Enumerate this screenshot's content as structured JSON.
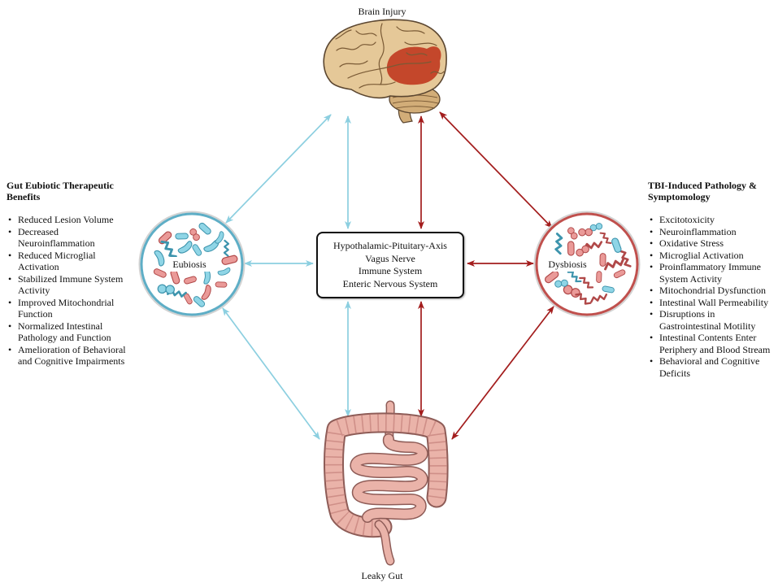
{
  "diagram": {
    "top_node": {
      "label": "Brain Injury"
    },
    "bottom_node": {
      "label": "Leaky Gut"
    },
    "left_node": {
      "label": "Eubiosis"
    },
    "right_node": {
      "label": "Dysbiosis"
    },
    "center_node": {
      "lines": [
        "Hypothalamic-Pituitary-Axis",
        "Vagus Nerve",
        "Immune System",
        "Enteric Nervous System"
      ]
    }
  },
  "left_panel": {
    "title": "Gut Eubiotic Therapeutic Benefits",
    "items": [
      "Reduced Lesion Volume",
      "Decreased Neuroinflammation",
      "Reduced Microglial Activation",
      "Stabilized Immune System Activity",
      "Improved Mitochondrial Function",
      "Normalized Intestinal Pathology and Function",
      "Amelioration of Behavioral and Cognitive Impairments"
    ]
  },
  "right_panel": {
    "title": "TBI-Induced Pathology & Symptomology",
    "items": [
      "Excitotoxicity",
      "Neuroinflammation",
      "Oxidative Stress",
      "Microglial Activation",
      "Proinflammatory Immune System Activity",
      "Mitochondrial Dysfunction",
      "Intestinal Wall Permeability",
      "Disruptions in Gastrointestinal Motility",
      "Intestinal Contents Enter Periphery and Blood Stream",
      "Behavioral and Cognitive Deficits"
    ]
  },
  "icons": {
    "brain": "brain-icon",
    "gut": "intestines-icon"
  },
  "colors": {
    "eubiosis_ring": "#5eaec6",
    "dysbiosis_ring": "#c0504d",
    "blue_arrow": "#8ccfe0",
    "red_arrow": "#a31d1d",
    "brain": "#e5c898",
    "brain_dark": "#d2ad78",
    "brain_edge": "#5b4630",
    "brain_gyri": "#7a5a35",
    "lesion": "#c0391f",
    "intestine": "#eab3a9",
    "intestine_edge": "#8e5c57",
    "intestine_fold": "#cf8f88",
    "bacteria_blue": "#8fd5e6",
    "bacteria_blue_edge": "#3d94ad",
    "bacteria_red": "#ea9a98",
    "bacteria_red_edge": "#b04848"
  }
}
